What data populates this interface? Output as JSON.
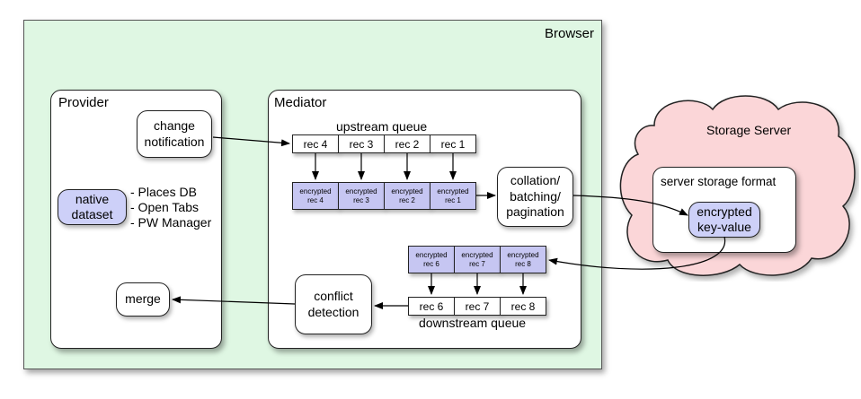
{
  "browser": {
    "label": "Browser"
  },
  "provider": {
    "label": "Provider",
    "change_notification": "change\nnotification",
    "native_dataset": "native\ndataset",
    "datasets": [
      "- Places DB",
      "- Open Tabs",
      "- PW Manager"
    ],
    "merge": "merge"
  },
  "mediator": {
    "label": "Mediator",
    "upstream_label": "upstream queue",
    "upstream": [
      "rec 4",
      "rec 3",
      "rec 2",
      "rec 1"
    ],
    "upstream_encrypted": [
      "encrypted\nrec 4",
      "encrypted\nrec 3",
      "encrypted\nrec 2",
      "encrypted\nrec 1"
    ],
    "collation": "collation/\nbatching/\npagination",
    "downstream_encrypted": [
      "encrypted\nrec 6",
      "encrypted\nrec 7",
      "encrypted\nrec 8"
    ],
    "downstream": [
      "rec 6",
      "rec 7",
      "rec 8"
    ],
    "downstream_label": "downstream queue",
    "conflict": "conflict\ndetection"
  },
  "server": {
    "label": "Storage Server",
    "format_label": "server storage format",
    "kv": "encrypted\nkey-value"
  },
  "colors": {
    "browser_bg": "#dff7e3",
    "cloud_bg": "#fbd6d8",
    "encrypted_bg": "#c6c6f2"
  }
}
